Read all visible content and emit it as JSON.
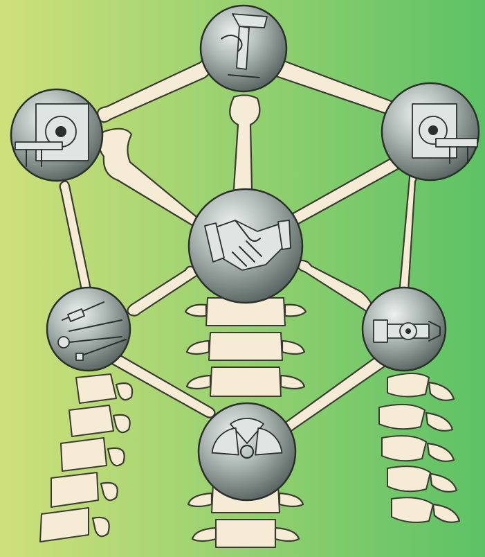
{
  "background": {
    "gradient_from": "#cfe07a",
    "gradient_to": "#5cc265"
  },
  "nodes": [
    {
      "id": "ultrasound",
      "icon": "ultrasound-probe-icon"
    },
    {
      "id": "mri-left",
      "icon": "mri-scanner-icon"
    },
    {
      "id": "ct-right",
      "icon": "ct-scanner-icon"
    },
    {
      "id": "collaboration",
      "icon": "handshake-icon"
    },
    {
      "id": "needles",
      "icon": "syringe-needles-icon"
    },
    {
      "id": "xray",
      "icon": "x-ray-tube-icon"
    },
    {
      "id": "nuclear",
      "icon": "radiation-icon"
    }
  ],
  "colors": {
    "bone": "#f6ecd6",
    "outline": "#3a3a32",
    "sphere_light": "#e6ebe9",
    "sphere_dark": "#5f6b68"
  }
}
